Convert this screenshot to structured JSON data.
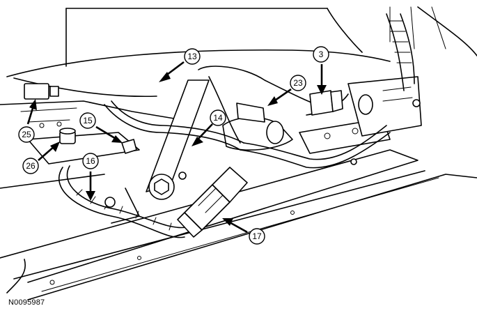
{
  "figure_id": "N0095987",
  "callouts": [
    {
      "label": "13"
    },
    {
      "label": "3"
    },
    {
      "label": "23"
    },
    {
      "label": "15"
    },
    {
      "label": "14"
    },
    {
      "label": "25"
    },
    {
      "label": "26"
    },
    {
      "label": "16"
    },
    {
      "label": "17"
    }
  ]
}
